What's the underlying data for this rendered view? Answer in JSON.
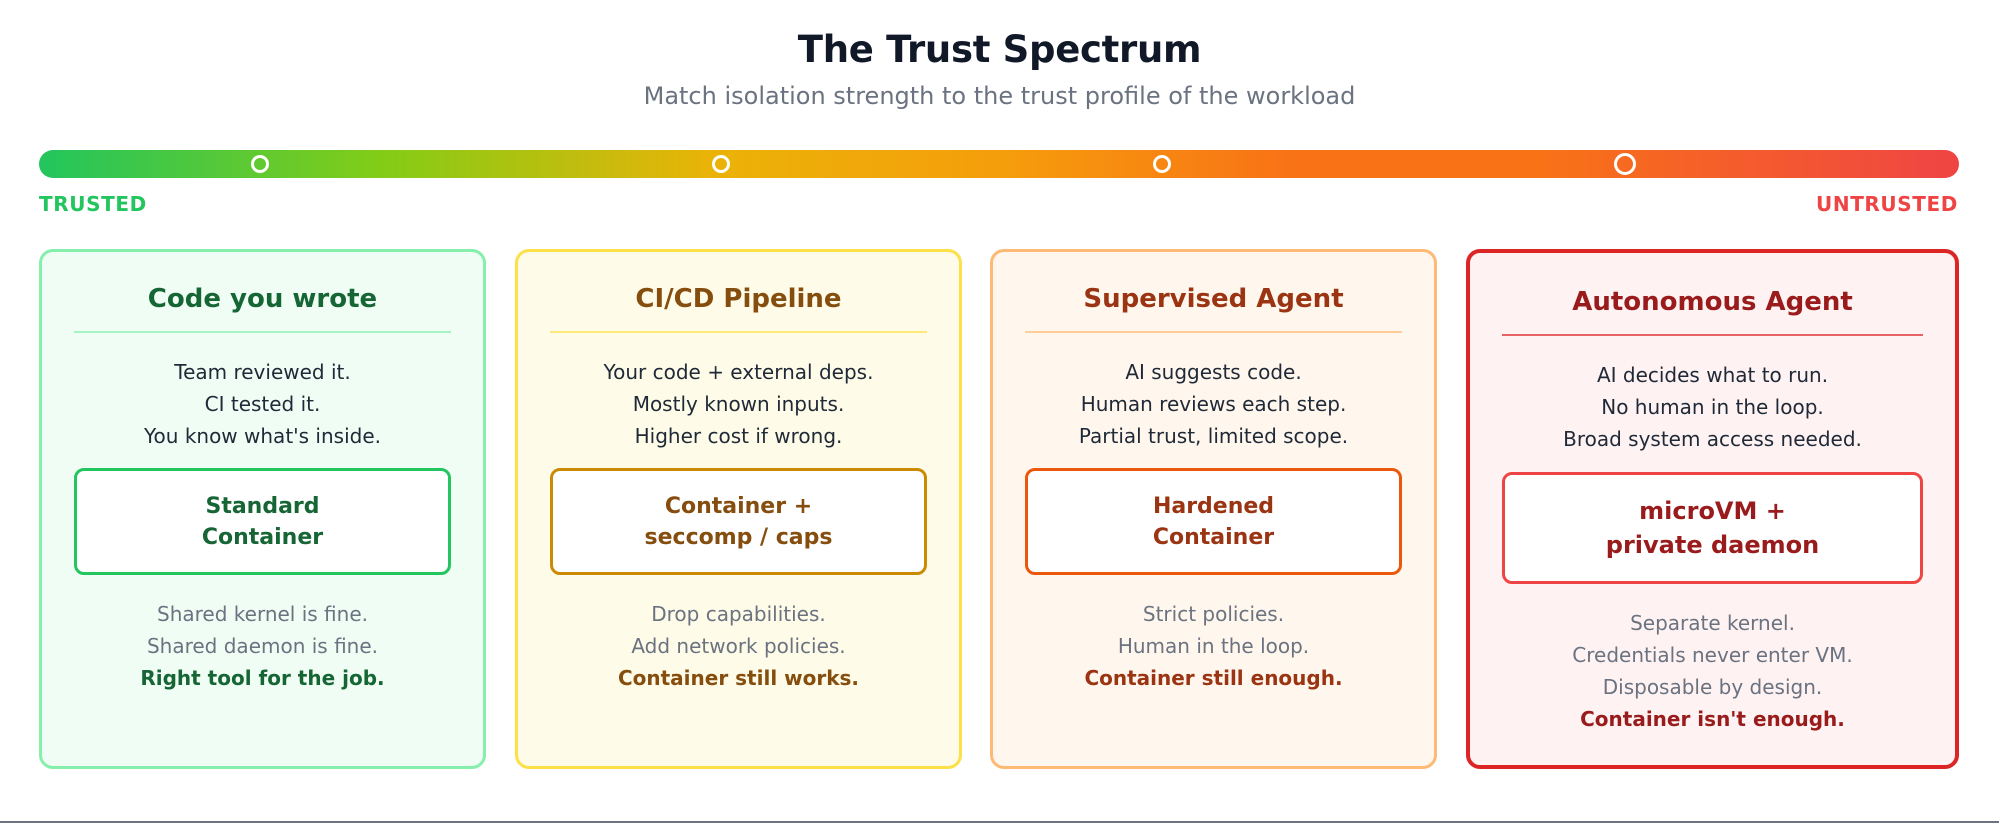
{
  "header": {
    "title": "The Trust Spectrum",
    "subtitle": "Match isolation strength to the trust profile of the workload"
  },
  "scale": {
    "left_label": "TRUSTED",
    "right_label": "UNTRUSTED",
    "colors": {
      "trusted": "#22c55e",
      "untrusted": "#ef4444"
    },
    "markers": [
      {
        "level": 0.115
      },
      {
        "level": 0.355
      },
      {
        "level": 0.585
      },
      {
        "level": 0.826
      }
    ]
  },
  "cards": [
    {
      "title": "Code you wrote",
      "description": [
        "Team reviewed it.",
        "CI tested it.",
        "You know what's inside."
      ],
      "isolation": [
        "Standard",
        "Container"
      ],
      "notes": [
        "Shared kernel is fine.",
        "Shared daemon is fine."
      ],
      "conclusion": "Right tool for the job.",
      "colors": {
        "accent": "#166534",
        "border": "#86efac",
        "box": "#22c55e",
        "fill": "#f0fdf4"
      }
    },
    {
      "title": "CI/CD Pipeline",
      "description": [
        "Your code + external deps.",
        "Mostly known inputs.",
        "Higher cost if wrong."
      ],
      "isolation": [
        "Container +",
        "seccomp / caps"
      ],
      "notes": [
        "Drop capabilities.",
        "Add network policies."
      ],
      "conclusion": "Container still works.",
      "colors": {
        "accent": "#854d0e",
        "border": "#fde047",
        "box": "#ca8a04",
        "fill": "#fefce8"
      }
    },
    {
      "title": "Supervised Agent",
      "description": [
        "AI suggests code.",
        "Human reviews each step.",
        "Partial trust, limited scope."
      ],
      "isolation": [
        "Hardened",
        "Container"
      ],
      "notes": [
        "Strict policies.",
        "Human in the loop."
      ],
      "conclusion": "Container still enough.",
      "colors": {
        "accent": "#9a3412",
        "border": "#fdba74",
        "box": "#ea580c",
        "fill": "#fff7ed"
      }
    },
    {
      "title": "Autonomous Agent",
      "description": [
        "AI decides what to run.",
        "No human in the loop.",
        "Broad system access needed."
      ],
      "isolation": [
        "microVM +",
        "private daemon"
      ],
      "notes": [
        "Separate kernel.",
        "Credentials never enter VM.",
        "Disposable by design."
      ],
      "conclusion": "Container isn't enough.",
      "colors": {
        "accent": "#991b1b",
        "border": "#dc2626",
        "box": "#ef4444",
        "fill": "#fef2f2"
      }
    }
  ]
}
